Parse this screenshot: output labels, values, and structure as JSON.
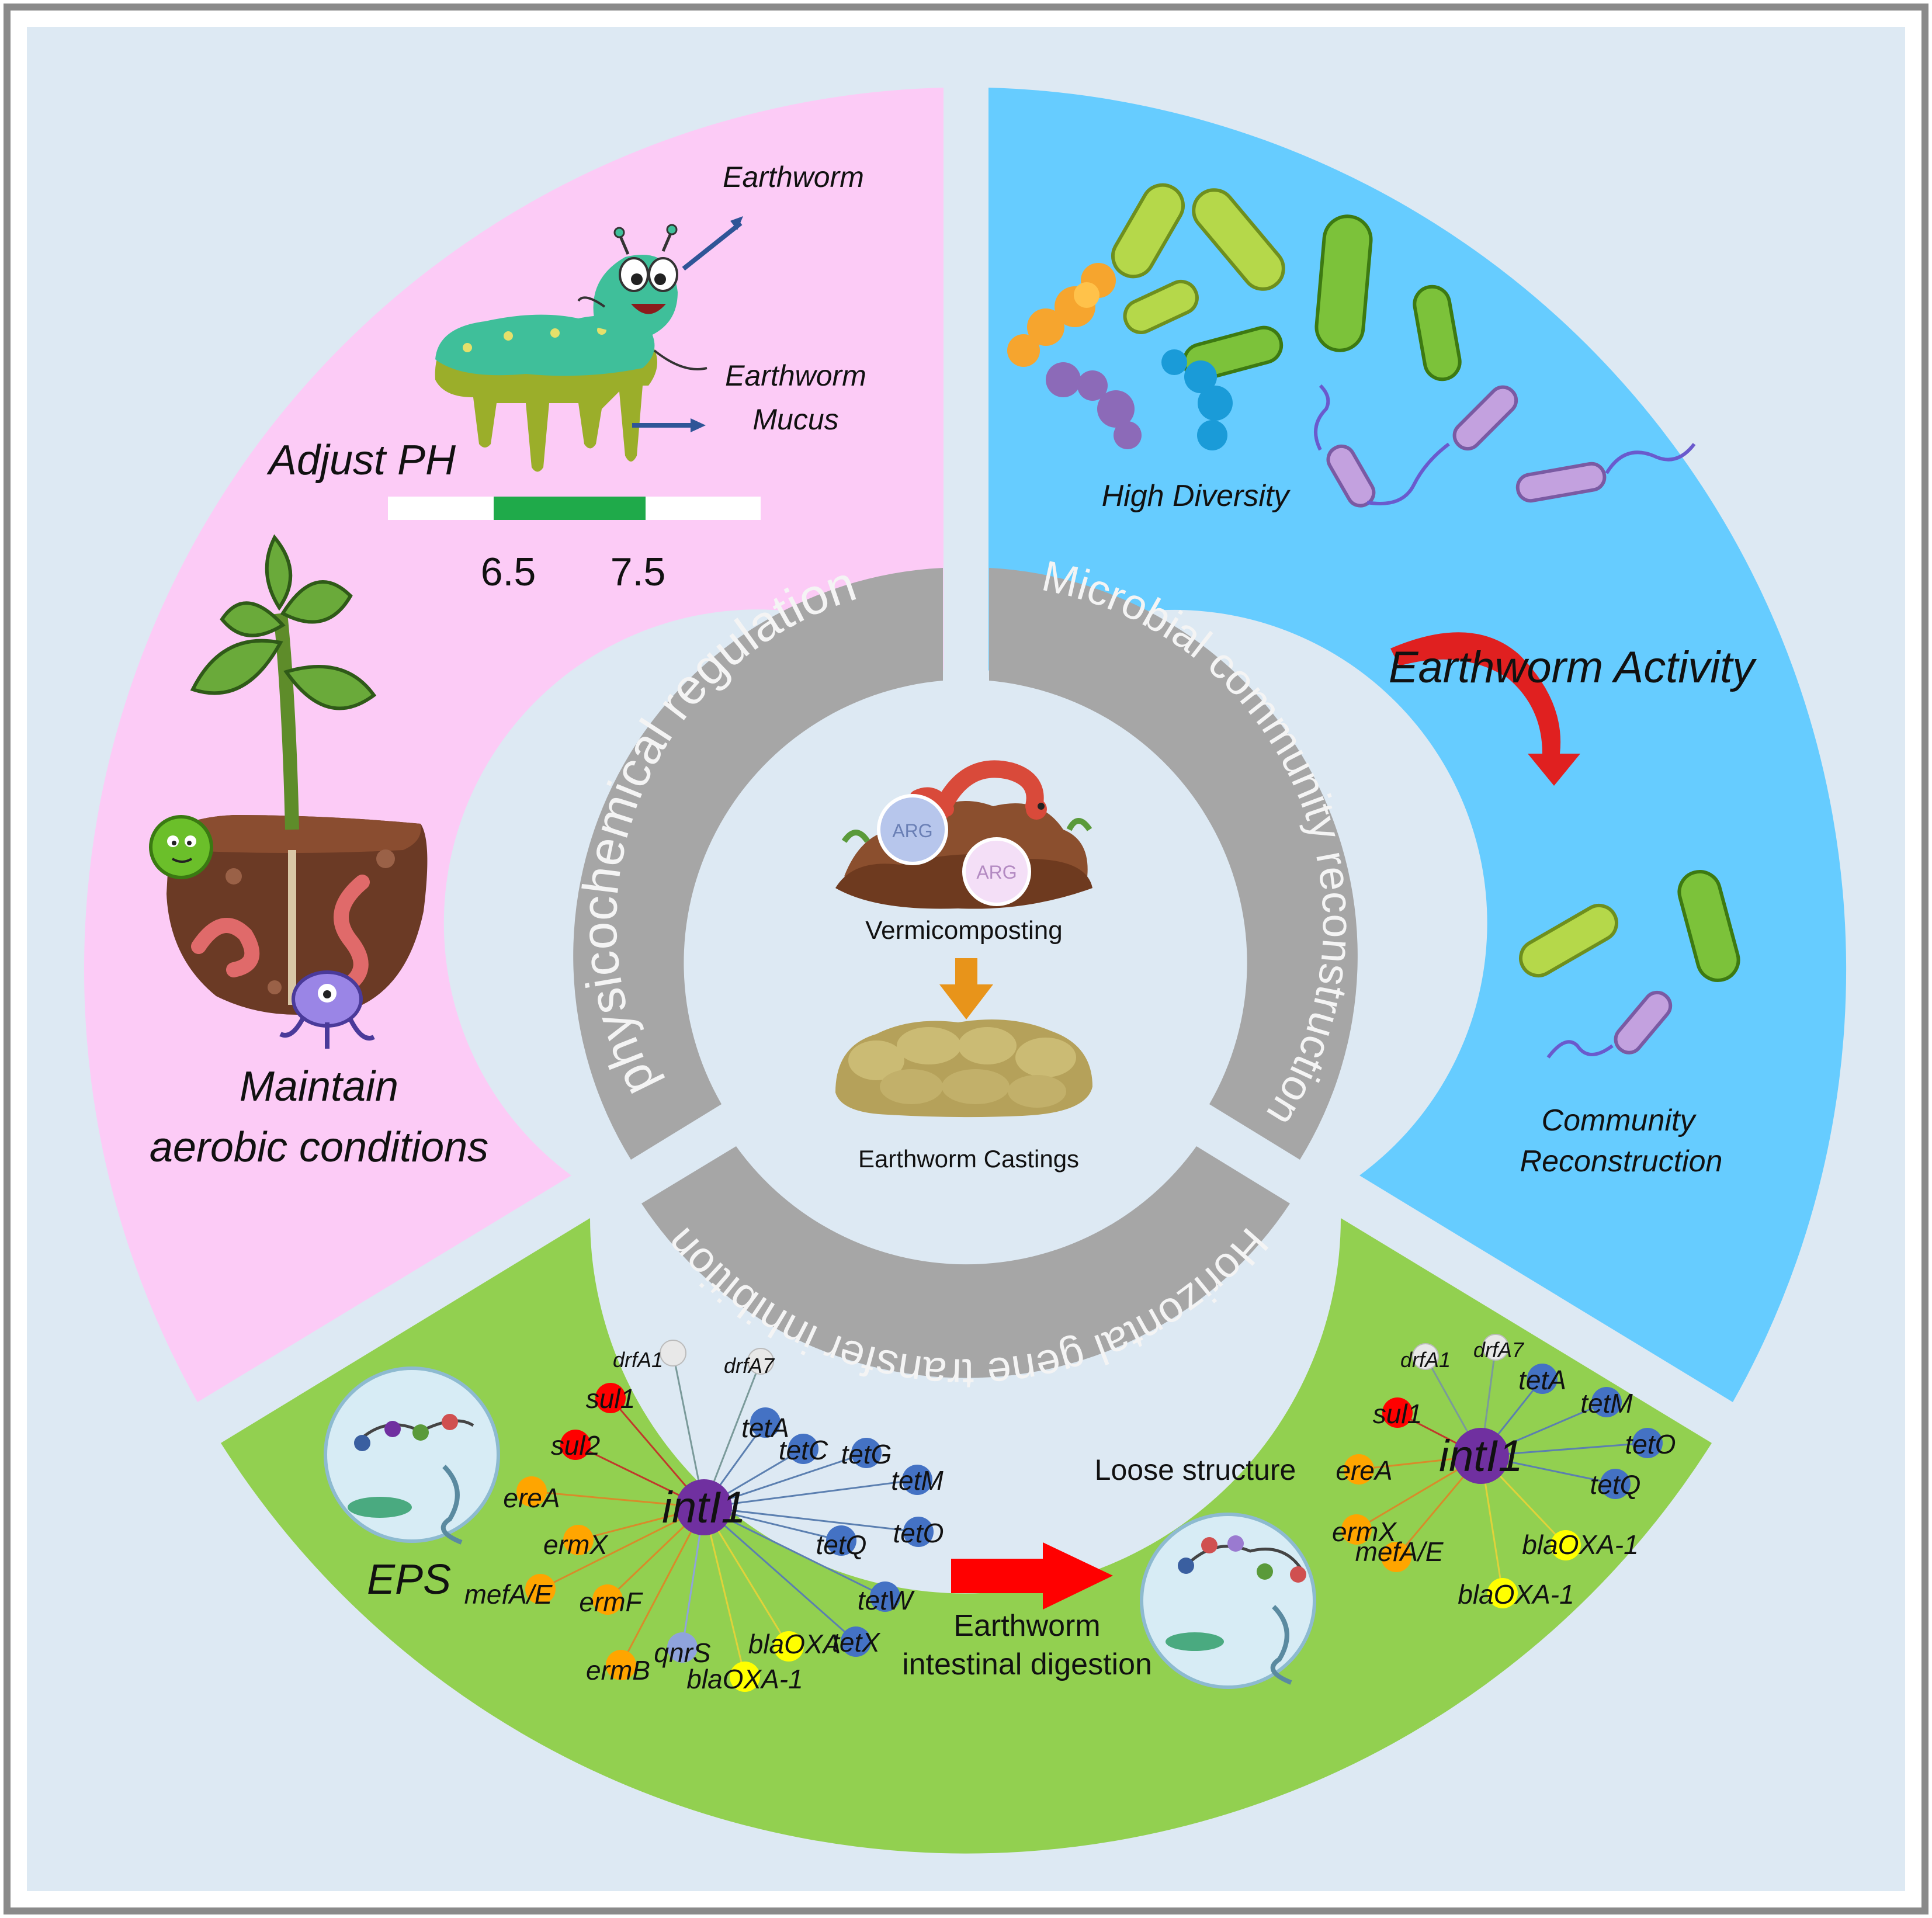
{
  "ring": {
    "physicochemical": "physicochemical regulation",
    "microbial": "Microbial community reconstruction",
    "hgt": "Horizontal gene transfer inhibition"
  },
  "center": {
    "vermicomposting": "Vermicomposting",
    "castings": "Earthworm Castings",
    "arg_badge": "ARG"
  },
  "physico": {
    "earthworm_label": "Earthworm",
    "mucus_label_line1": "Earthworm",
    "mucus_label_line2": "Mucus",
    "adjust_ph": "Adjust PH",
    "ph_low": "6.5",
    "ph_high": "7.5",
    "aerobic_line1": "Maintain",
    "aerobic_line2": "aerobic conditions"
  },
  "microbial": {
    "high_diversity": "High Diversity",
    "activity": "Earthworm Activity",
    "community_line1": "Community",
    "community_line2": "Reconstruction"
  },
  "hgt": {
    "eps": "EPS",
    "digestion_line1": "Earthworm",
    "digestion_line2": "intestinal digestion",
    "loose": "Loose structure"
  },
  "colors": {
    "background": "#dde9f3",
    "frame": "#8a8a8a",
    "pink_sector": "#fccbf6",
    "blue_sector": "#66ccff",
    "green_sector": "#92d050",
    "gray_ring": "#a6a6a6",
    "intl1": "#7030a0",
    "sul": "#ff0000",
    "erm": "#ffa500",
    "tet": "#4472c4",
    "bla": "#ffff00",
    "qnr": "#8fa3dc",
    "drf": "#e8e8e8",
    "ph_green": "#1faa4a",
    "red_arrow": "#ff0000",
    "orange_arrow": "#e8941a"
  },
  "network_before": {
    "hub": "intI1",
    "genes": [
      {
        "name": "drfA1",
        "cls": "drf"
      },
      {
        "name": "drfA7",
        "cls": "drf"
      },
      {
        "name": "sul1",
        "cls": "sul"
      },
      {
        "name": "sul2",
        "cls": "sul"
      },
      {
        "name": "tetA",
        "cls": "tet"
      },
      {
        "name": "tetC",
        "cls": "tet"
      },
      {
        "name": "tetG",
        "cls": "tet"
      },
      {
        "name": "tetM",
        "cls": "tet"
      },
      {
        "name": "tetO",
        "cls": "tet"
      },
      {
        "name": "tetQ",
        "cls": "tet"
      },
      {
        "name": "tetW",
        "cls": "tet"
      },
      {
        "name": "tetX",
        "cls": "tet"
      },
      {
        "name": "ereA",
        "cls": "erm"
      },
      {
        "name": "ermX",
        "cls": "erm"
      },
      {
        "name": "mefA/E",
        "cls": "erm"
      },
      {
        "name": "ermF",
        "cls": "erm"
      },
      {
        "name": "ermB",
        "cls": "erm"
      },
      {
        "name": "qnrS",
        "cls": "qnr"
      },
      {
        "name": "blaOXA",
        "cls": "bla"
      },
      {
        "name": "blaOXA-1",
        "cls": "bla"
      }
    ]
  },
  "network_after": {
    "hub": "intI1",
    "genes": [
      {
        "name": "drfA1",
        "cls": "drf"
      },
      {
        "name": "drfA7",
        "cls": "drf"
      },
      {
        "name": "tetA",
        "cls": "tet"
      },
      {
        "name": "tetM",
        "cls": "tet"
      },
      {
        "name": "tetO",
        "cls": "tet"
      },
      {
        "name": "tetQ",
        "cls": "tet"
      },
      {
        "name": "sul1",
        "cls": "sul"
      },
      {
        "name": "ereA",
        "cls": "erm"
      },
      {
        "name": "ermX",
        "cls": "erm"
      },
      {
        "name": "mefA/E",
        "cls": "erm"
      },
      {
        "name": "blaOXA-1",
        "cls": "bla"
      },
      {
        "name": "blaOXA-1",
        "cls": "bla"
      }
    ]
  }
}
